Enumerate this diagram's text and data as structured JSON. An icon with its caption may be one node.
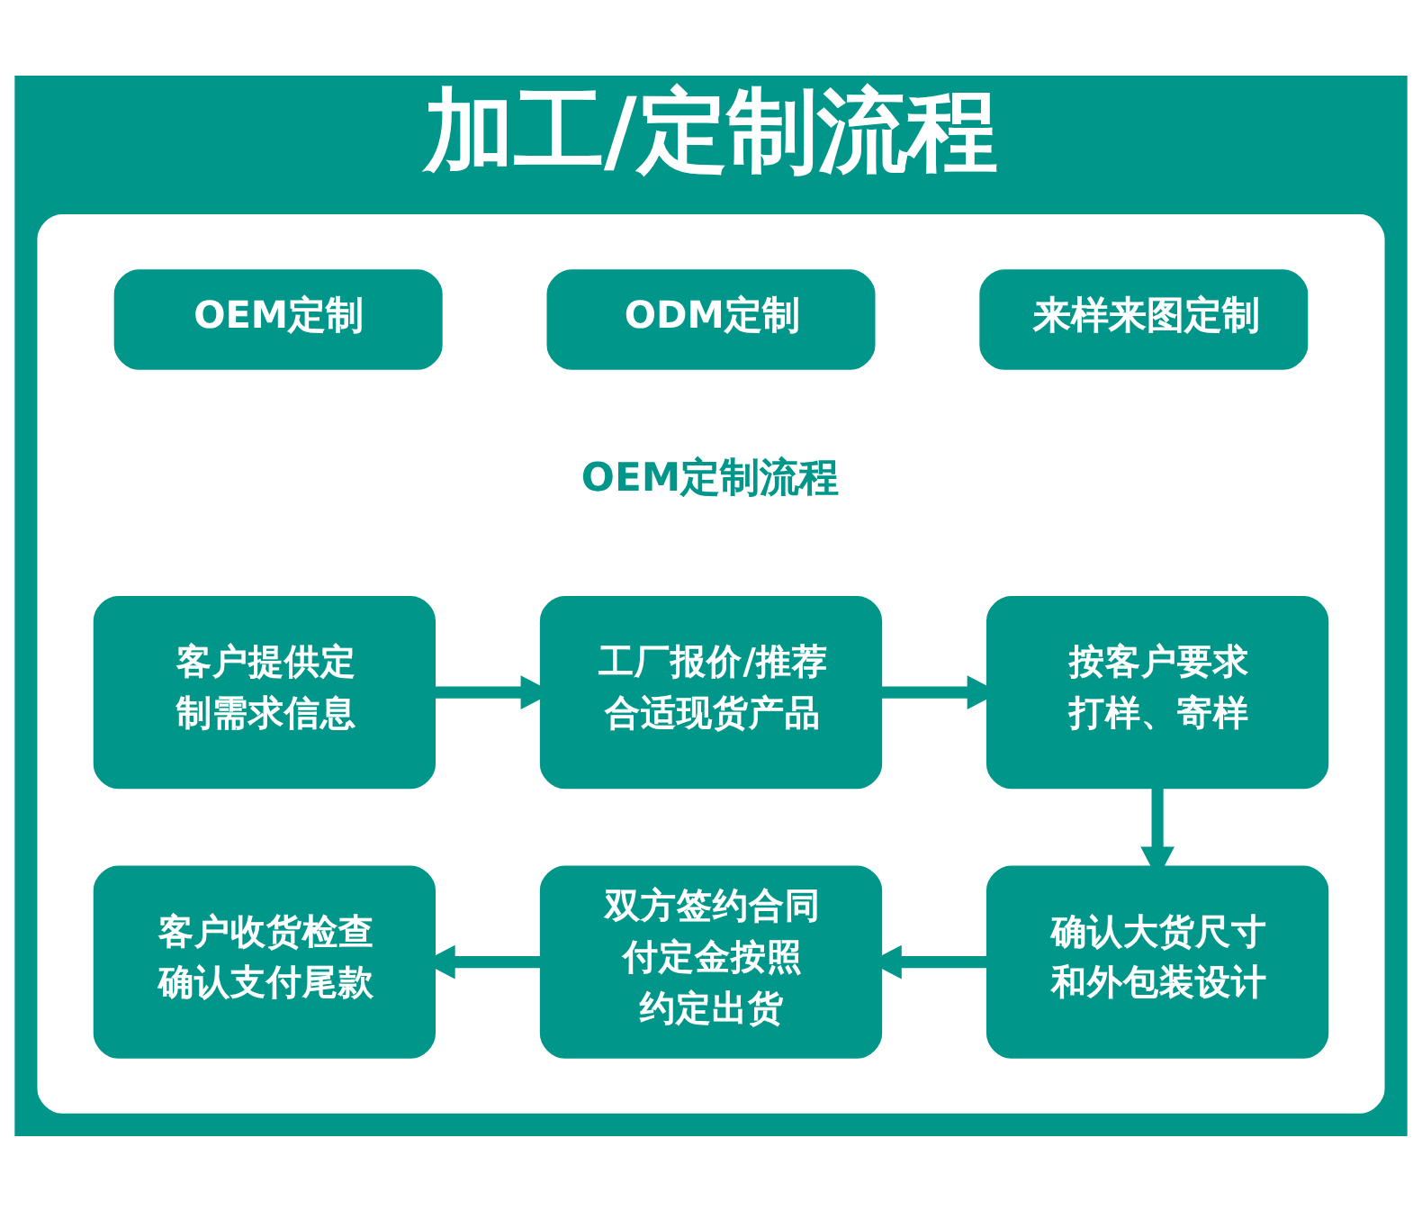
{
  "diagram": {
    "title": "加工/定制流程",
    "nodes": [
      {
        "text": [],
        "shape": "box"
      },
      {
        "text": [
          "OEM定制"
        ],
        "in": 0
      },
      {
        "text": [
          "ODM定制"
        ],
        "in": 0
      },
      {
        "text": [
          "来样来图定制"
        ],
        "in": 0
      },
      {
        "text": [
          "客户提供定制需求信息"
        ],
        "in": 0
      },
      {
        "text": [
          "工厂报价/推荐合适现货产品"
        ],
        "in": 0
      },
      {
        "text": [
          "按客户要求打样、寄样"
        ],
        "in": 0
      },
      {
        "text": [
          "确认大货尺寸和外包装设计"
        ],
        "in": 0
      },
      {
        "text": [
          "双方签约合同付定金按照约定出货"
        ],
        "in": 0
      },
      {
        "text": [
          "客户收货检查确认支付尾款"
        ],
        "in": 0
      }
    ],
    "edges": [
      {
        "from": 4,
        "to": 5,
        "arrow": "to"
      },
      {
        "from": 5,
        "to": 6,
        "arrow": "to"
      },
      {
        "from": 6,
        "to": 7,
        "arrow": "to"
      },
      {
        "from": 7,
        "to": 8,
        "arrow": "to"
      },
      {
        "from": 8,
        "to": 9,
        "arrow": "to"
      }
    ],
    "labels": [
      "OEM定制流程"
    ]
  }
}
